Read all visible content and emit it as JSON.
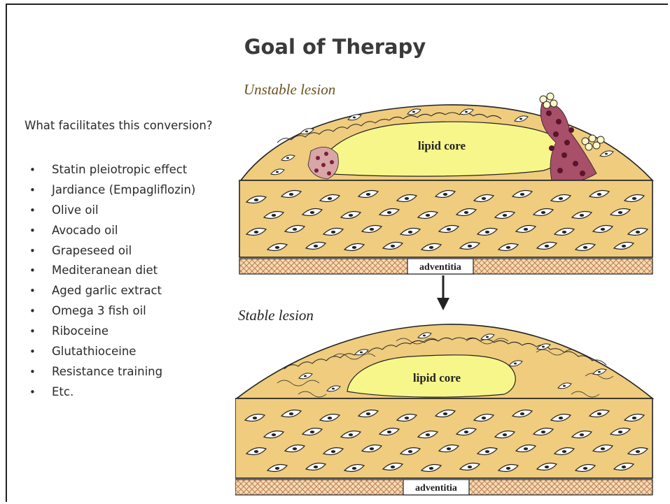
{
  "slide": {
    "title": "Goal of Therapy",
    "question": "What facilitates this conversion?",
    "items": [
      "Statin pleiotropic effect",
      "Jardiance (Empagliflozin)",
      "Olive oil",
      "Avocado oil",
      "Grapeseed oil",
      "Mediteranean diet",
      "Aged garlic extract",
      "Omega 3 fish oil",
      "Riboceine",
      "Glutathioceine",
      "Resistance training",
      "Etc."
    ]
  },
  "diagram": {
    "top": {
      "heading": "Unstable lesion",
      "core_label": "lipid core",
      "base_label": "adventitia"
    },
    "bottom": {
      "heading": "Stable lesion",
      "core_label": "lipid core",
      "base_label": "adventitia"
    },
    "colors": {
      "tissue": "#efcc7e",
      "core": "#f7f68a",
      "outline": "#222222",
      "inflammation": "#8a2a4a"
    }
  }
}
